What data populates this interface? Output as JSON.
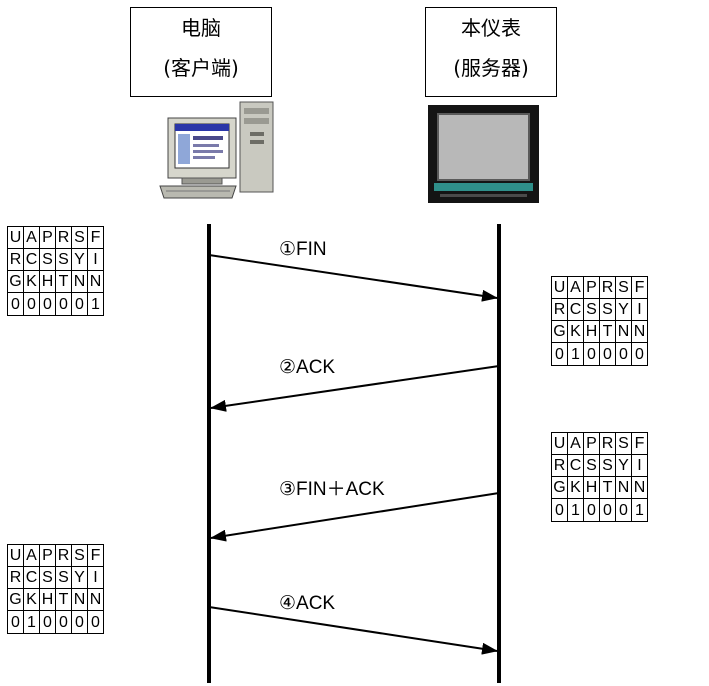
{
  "client": {
    "line1": "电脑",
    "line2": "(客户端)"
  },
  "server": {
    "line1": "本仪表",
    "line2": "(服务器)"
  },
  "flag_headers": [
    [
      "U",
      "R",
      "G"
    ],
    [
      "A",
      "C",
      "K"
    ],
    [
      "P",
      "S",
      "H"
    ],
    [
      "R",
      "S",
      "T"
    ],
    [
      "S",
      "Y",
      "N"
    ],
    [
      "F",
      "I",
      "N"
    ]
  ],
  "messages": {
    "m1": "①FIN",
    "m2": "②ACK",
    "m3": "③FIN＋ACK",
    "m4": "④ACK"
  },
  "tables": {
    "t1": [
      "0",
      "0",
      "0",
      "0",
      "0",
      "1"
    ],
    "t2": [
      "0",
      "1",
      "0",
      "0",
      "0",
      "0"
    ],
    "t3": [
      "0",
      "1",
      "0",
      "0",
      "0",
      "1"
    ],
    "t4": [
      "0",
      "1",
      "0",
      "0",
      "0",
      "0"
    ]
  }
}
